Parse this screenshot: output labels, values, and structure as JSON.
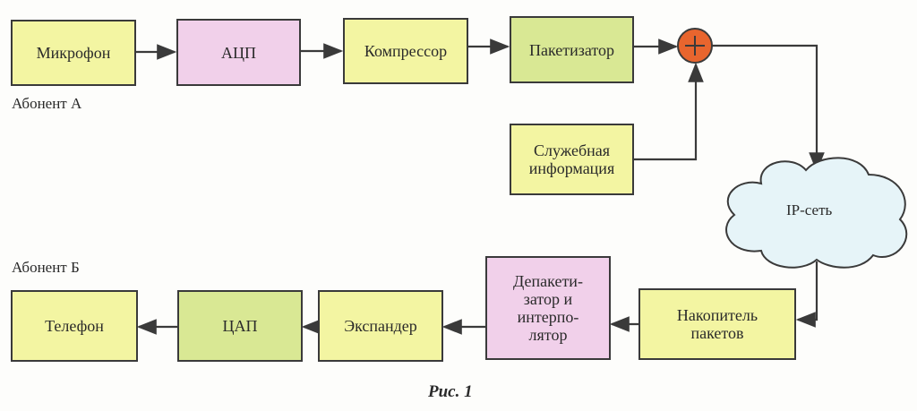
{
  "blocks": {
    "microphone": "Микрофон",
    "adc": "АЦП",
    "compressor": "Компрессор",
    "packetizer": "Пакетизатор",
    "service_info": "Служебная информация",
    "ip_network": "IP-сеть",
    "packet_buffer": "Накопитель пакетов",
    "depacketizer": "Депакети-затор и интерпо-лятор",
    "expander": "Экспандер",
    "dac": "ЦАП",
    "phone": "Телефон"
  },
  "labels": {
    "subscriber_a": "Абонент А",
    "subscriber_b": "Абонент Б"
  },
  "caption": "Рис. 1",
  "colors": {
    "yellow": "#f3f5a2",
    "green": "#d9e894",
    "pink": "#f1d0ea",
    "adder": "#e8652e",
    "cloud": "#e6f4f8"
  }
}
